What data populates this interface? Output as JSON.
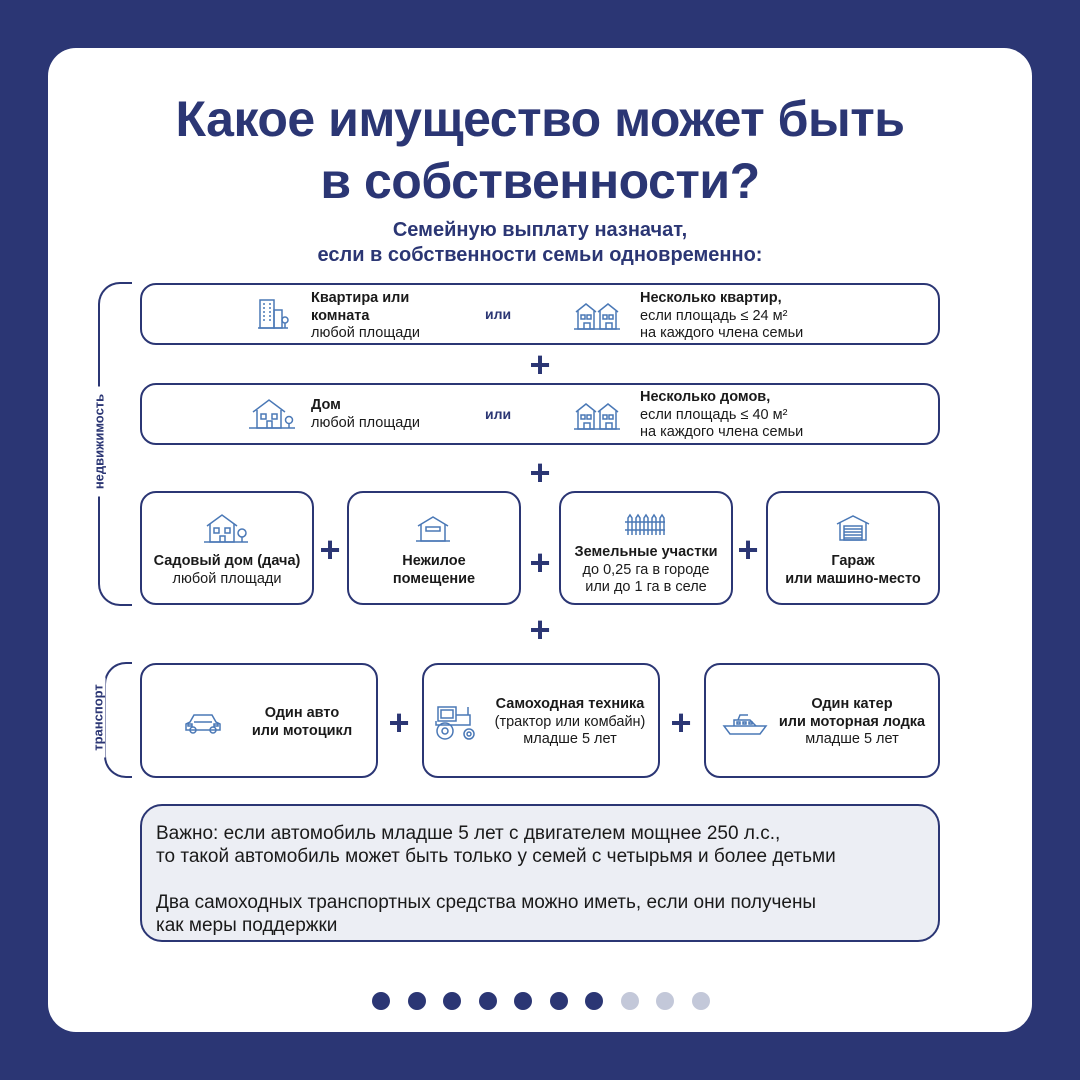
{
  "title_line1": "Какое имущество может быть",
  "title_line2": "в собственности?",
  "subtitle_line1": "Семейную выплату назначат,",
  "subtitle_line2": "если в собственности семьи одновременно:",
  "label_realty": "недвижимость",
  "label_transport": "транспорт",
  "or": "или",
  "plus": "+",
  "colors": {
    "accent": "#2b3674",
    "icon": "#4a78b6",
    "note_bg": "#eceef4",
    "dot_active": "#2b3674",
    "dot_inactive": "#c3c8d9"
  },
  "row1": {
    "left": {
      "icon": "apartment-building-icon",
      "bold1": "Квартира или",
      "bold2": "комната",
      "normal": "любой площади"
    },
    "right": {
      "icon": "townhouses-icon",
      "bold": "Несколько квартир,",
      "line2": "если площадь ≤ 24 м²",
      "line3": "на каждого члена семьи"
    }
  },
  "row2": {
    "left": {
      "icon": "house-icon",
      "bold": "Дом",
      "normal": "любой площади"
    },
    "right": {
      "icon": "townhouses-icon",
      "bold": "Несколько домов,",
      "line2": "если площадь ≤ 40 м²",
      "line3": "на каждого члена семьи"
    }
  },
  "row3": [
    {
      "icon": "country-house-icon",
      "bold": "Садовый дом (дача)",
      "normal": "любой площади"
    },
    {
      "icon": "non-residential-building-icon",
      "bold1": "Нежилое",
      "bold2": "помещение"
    },
    {
      "icon": "fence-land-icon",
      "bold": "Земельные участки",
      "line2": "до 0,25 га в городе",
      "line3": "или до 1 га в селе"
    },
    {
      "icon": "garage-icon",
      "bold1": "Гараж",
      "bold2": "или машино-место"
    }
  ],
  "transport": [
    {
      "icon": "car-icon",
      "bold1": "Один авто",
      "bold2": "или мотоцикл"
    },
    {
      "icon": "tractor-icon",
      "bold": "Самоходная техника",
      "line2": "(трактор или комбайн)",
      "line3": "младше 5 лет"
    },
    {
      "icon": "boat-icon",
      "bold1": "Один катер",
      "bold2": "или моторная лодка",
      "line3": "младше 5 лет"
    }
  ],
  "note": {
    "p1_line1": "Важно: если автомобиль младше 5 лет с двигателем мощнее 250 л.с.,",
    "p1_line2": "то такой автомобиль может быть только у семей с четырьмя и более детьми",
    "p2_line1": "Два самоходных транспортных средства можно иметь, если они получены",
    "p2_line2": "как меры поддержки"
  },
  "pagination": {
    "total": 10,
    "current": 7
  }
}
